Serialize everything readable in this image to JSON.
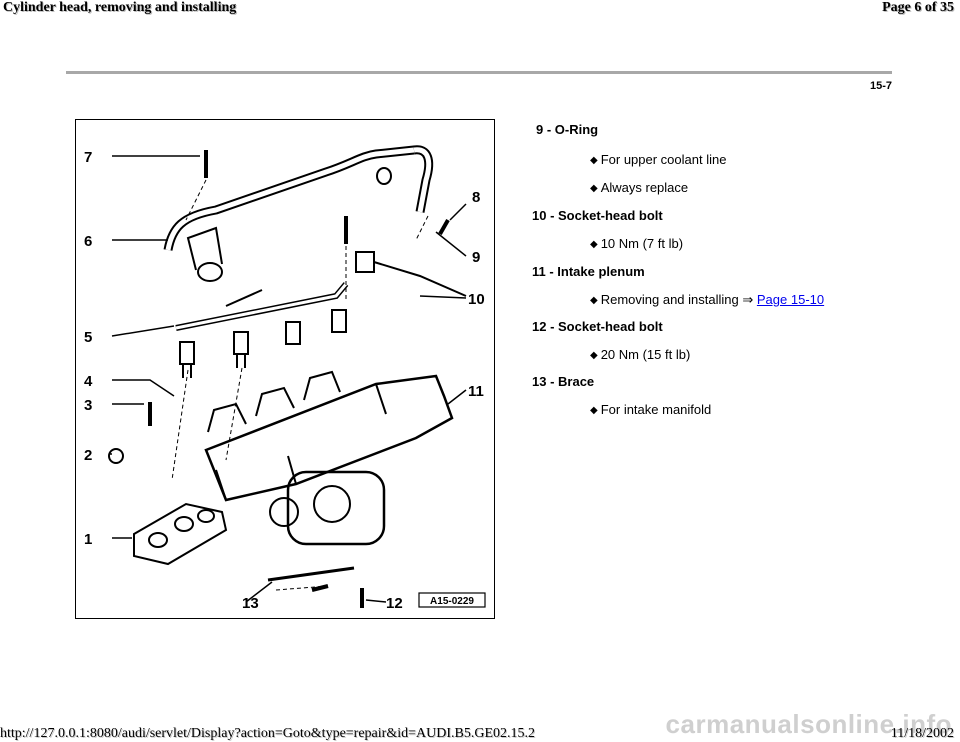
{
  "header": {
    "title": "Cylinder head, removing and installing",
    "page_of": "Page 6 of 35"
  },
  "page_number": "15-7",
  "figure": {
    "callouts": [
      "1",
      "2",
      "3",
      "4",
      "5",
      "6",
      "7",
      "8",
      "9",
      "10",
      "11",
      "12",
      "13"
    ],
    "code": "A15-0229"
  },
  "items": [
    {
      "title": "9 - O-Ring",
      "bullets": [
        "For upper coolant line",
        "Always replace"
      ]
    },
    {
      "title": "10 - Socket-head bolt",
      "bullets": [
        "10 Nm (7 ft lb)"
      ]
    },
    {
      "title": "11 - Intake plenum",
      "bullets": [
        "Removing and installing"
      ],
      "link_arrow": "⇒",
      "link_text": "Page 15-10"
    },
    {
      "title": "12 - Socket-head bolt",
      "bullets": [
        "20 Nm (15 ft lb)"
      ]
    },
    {
      "title": "13 - Brace",
      "bullets": [
        "For intake manifold"
      ]
    }
  ],
  "footer": {
    "url": "http://127.0.0.1:8080/audi/servlet/Display?action=Goto&type=repair&id=AUDI.B5.GE02.15.2",
    "date": "11/18/2002",
    "watermark": "carmanualsonline.info"
  }
}
